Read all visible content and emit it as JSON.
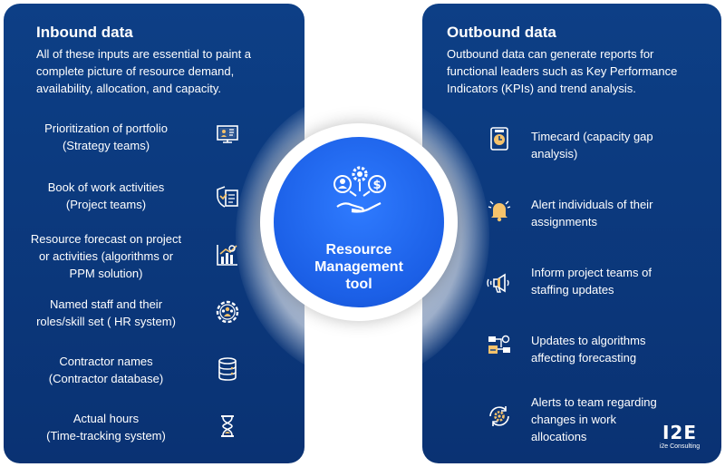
{
  "inbound": {
    "title": "Inbound data",
    "description": "All of these inputs are essential to paint a complete picture of resource demand, availability, allocation, and capacity.",
    "items": [
      {
        "line1": "Prioritization of portfolio",
        "line2": "(Strategy teams)",
        "line3": "",
        "icon": "presentation-chart-icon"
      },
      {
        "line1": "Book of work activities",
        "line2": "(Project teams)",
        "line3": "",
        "icon": "shield-document-icon"
      },
      {
        "line1": "Resource forecast on project",
        "line2": "or activities (algorithms or",
        "line3": "PPM solution)",
        "icon": "forecast-chart-icon"
      },
      {
        "line1": "Named staff and their",
        "line2": "roles/skill set ( HR system)",
        "line3": "",
        "icon": "team-gear-icon"
      },
      {
        "line1": "Contractor names",
        "line2": "(Contractor database)",
        "line3": "",
        "icon": "database-icon"
      },
      {
        "line1": "Actual hours",
        "line2": "(Time-tracking system)",
        "line3": "",
        "icon": "hourglass-icon"
      }
    ]
  },
  "outbound": {
    "title": "Outbound data",
    "description": "Outbound data can generate reports for functional leaders such as Key Performance Indicators (KPIs) and trend analysis.",
    "items": [
      {
        "line1": "Timecard (capacity gap",
        "line2": "analysis)",
        "line3": "",
        "icon": "timecard-icon"
      },
      {
        "line1": "Alert individuals of their",
        "line2": "assignments",
        "line3": "",
        "icon": "bell-icon"
      },
      {
        "line1": "Inform project teams of",
        "line2": "staffing updates",
        "line3": "",
        "icon": "megaphone-icon"
      },
      {
        "line1": "Updates to algorithms",
        "line2": "affecting forecasting",
        "line3": "",
        "icon": "algorithm-flow-icon"
      },
      {
        "line1": "Alerts to team regarding",
        "line2": "changes in work",
        "line3": "allocations",
        "icon": "refresh-gear-icon"
      }
    ]
  },
  "center": {
    "line1": "Resource",
    "line2": "Management",
    "line3": "tool",
    "icon": "hand-resources-icon"
  },
  "logo": {
    "mark": "I2E",
    "text": "i2e Consulting"
  },
  "colors": {
    "panel": "#0d3f86",
    "center": "#1b5fe6",
    "icon_gold": "#f5c26b",
    "text": "#ffffff"
  }
}
